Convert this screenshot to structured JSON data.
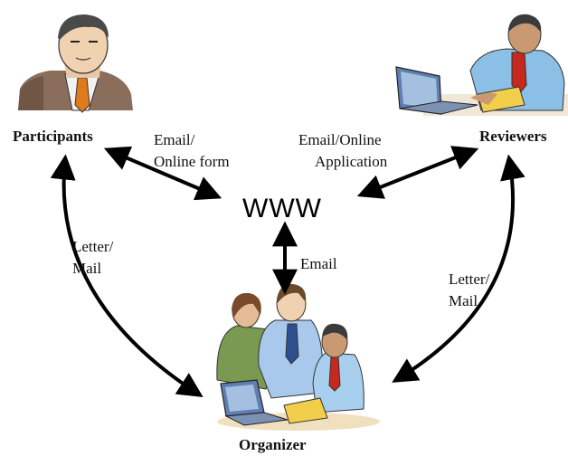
{
  "nodes": {
    "participants": "Participants",
    "reviewers": "Reviewers",
    "organizer": "Organizer",
    "hub": "WWW"
  },
  "edges": {
    "participants_www": [
      "Email/",
      "Online form"
    ],
    "reviewers_www": [
      "Email/Online",
      "Application"
    ],
    "www_organizer": "Email",
    "participants_organizer": [
      "Letter/",
      "Mail"
    ],
    "reviewers_organizer": [
      "Letter/",
      "Mail"
    ]
  },
  "icons": {
    "participants": "businessman-portrait-icon",
    "reviewers": "man-at-laptop-icon",
    "organizer": "team-at-laptop-icon"
  }
}
